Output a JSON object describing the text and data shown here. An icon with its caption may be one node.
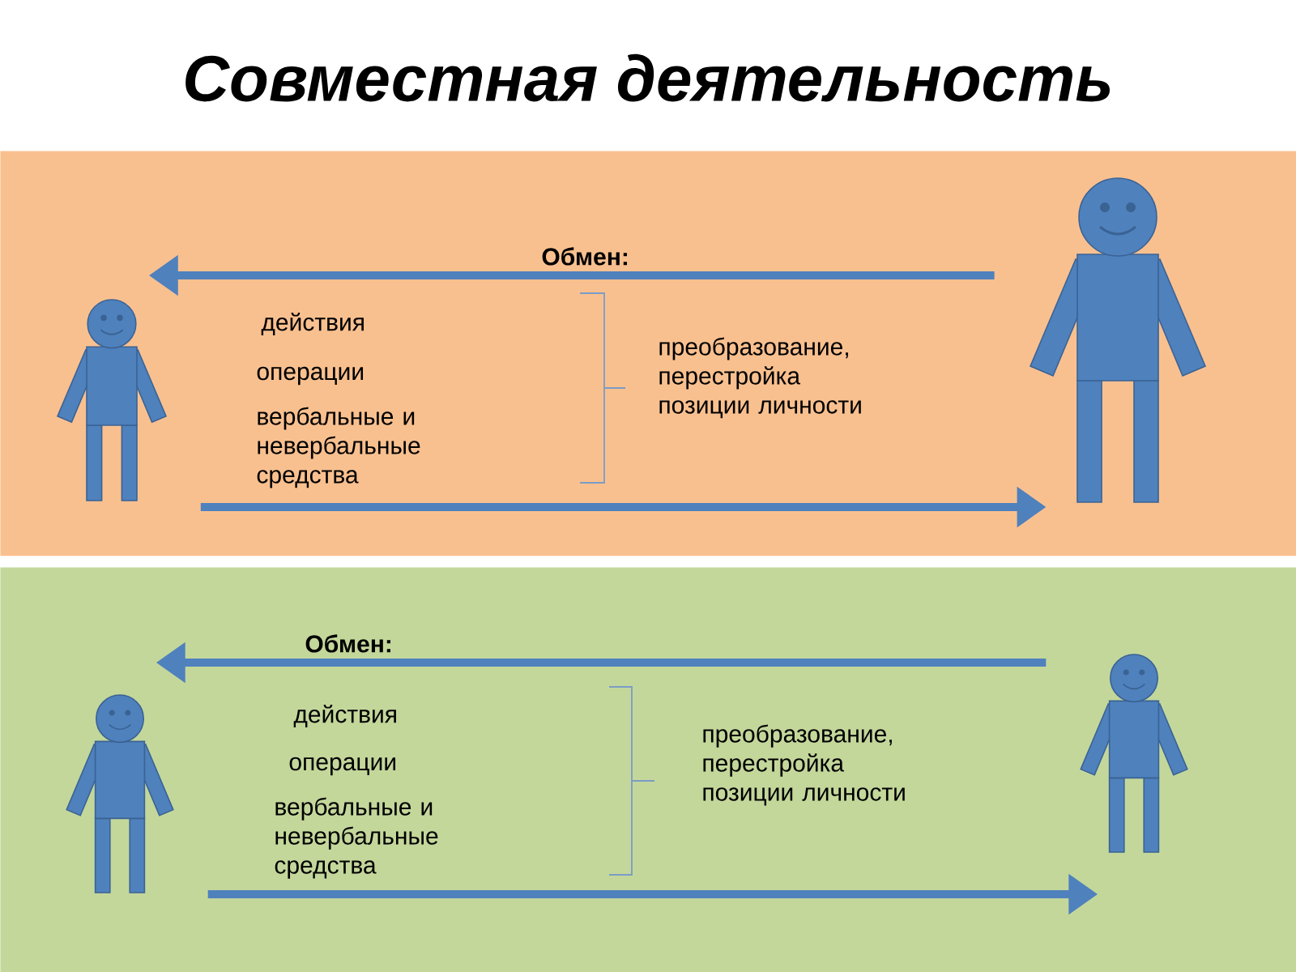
{
  "diagram": {
    "title": "Совместная деятельность",
    "nodes": [
      {
        "text": [],
        "shape": "box"
      },
      {
        "text": [],
        "shape": "person",
        "in": 0
      },
      {
        "text": [],
        "shape": "person",
        "in": 0
      },
      {
        "text": [],
        "shape": "box"
      },
      {
        "text": [],
        "shape": "person",
        "in": 3
      },
      {
        "text": [],
        "shape": "person",
        "in": 3
      }
    ],
    "edges": [
      {
        "from": 2,
        "to": 1,
        "arrow": "to"
      },
      {
        "from": 1,
        "to": 2,
        "arrow": "to"
      },
      {
        "from": 5,
        "to": 4,
        "arrow": "to"
      },
      {
        "from": 4,
        "to": 5,
        "arrow": "to"
      }
    ],
    "labels": [
      "Обмен:",
      "действия",
      "операции",
      "вербальные и невербальные средства",
      "преобразование, перестройка позиции личности",
      "Обмен:",
      "действия",
      "операции",
      "вербальные и невербальные средства",
      "преобразование, перестройка позиции личности"
    ]
  }
}
